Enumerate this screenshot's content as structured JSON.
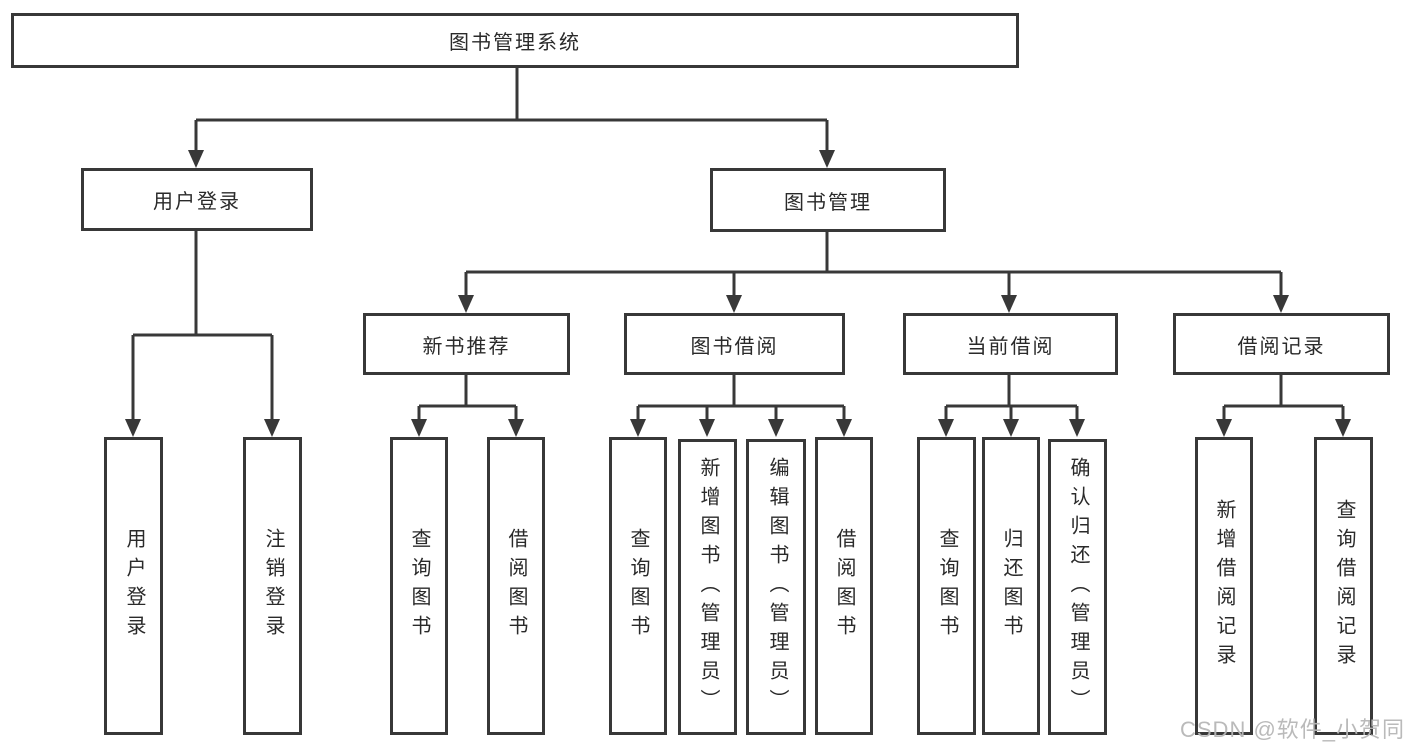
{
  "nodes": {
    "root": "图书管理系统",
    "userLogin": "用户登录",
    "bookManagement": "图书管理",
    "newBookRecommendation": "新书推荐",
    "bookBorrowing": "图书借阅",
    "currentBorrowing": "当前借阅",
    "borrowingRecords": "借阅记录"
  },
  "leaves": {
    "userLogin": [
      "用户登录",
      "注销登录"
    ],
    "newBookRecommendation": [
      "查询图书",
      "借阅图书"
    ],
    "bookBorrowing": [
      "查询图书",
      "新增图书（管理员）",
      "编辑图书（管理员）",
      "借阅图书"
    ],
    "currentBorrowing": [
      "查询图书",
      "归还图书",
      "确认归还（管理员）"
    ],
    "borrowingRecords": [
      "新增借阅记录",
      "查询借阅记录"
    ]
  },
  "watermark": {
    "text": "CSDN @软件_小贺同学"
  },
  "colors": {
    "line": "#383838",
    "box_border": "#383838",
    "text": "#2a2a2a",
    "watermark": "#b6b6b6",
    "background": "#ffffff"
  }
}
